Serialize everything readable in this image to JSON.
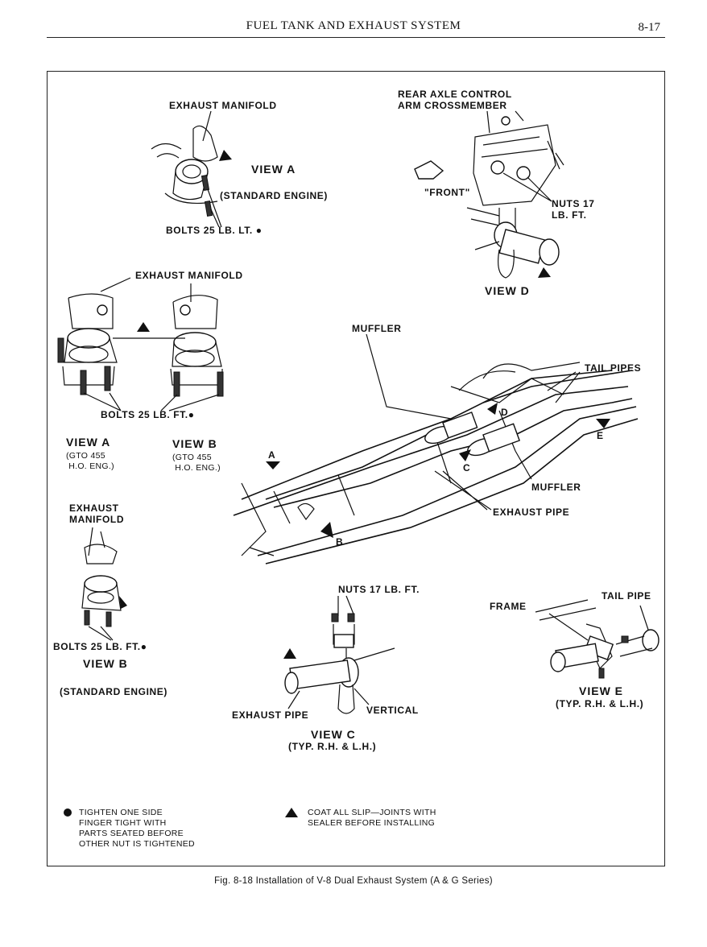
{
  "header": {
    "title": "FUEL TANK AND EXHAUST SYSTEM",
    "page": "8-17"
  },
  "labels": {
    "exhaust_manifold_top": "EXHAUST MANIFOLD",
    "view_a_title": "VIEW A",
    "standard_engine": "(STANDARD ENGINE)",
    "bolts_25_lt": "BOLTS 25 LB. LT. ●",
    "rear_axle": "REAR AXLE CONTROL\nARM CROSSMEMBER",
    "front": "\"FRONT\"",
    "nuts_17_top": "NUTS 17\nLB. FT.",
    "view_d": "VIEW D",
    "exhaust_manifold_mid": "EXHAUST MANIFOLD",
    "bolts_25_ft": "BOLTS 25 LB. FT.●",
    "view_a2": "VIEW A",
    "gto_a": "(GTO 455\n H.O. ENG.)",
    "view_b2": "VIEW B",
    "gto_b": "(GTO 455\n H.O. ENG.)",
    "muffler_top": "MUFFLER",
    "tail_pipes": "TAIL PIPES",
    "muffler_bottom": "MUFFLER",
    "exhaust_pipe_main": "EXHAUST PIPE",
    "exhaust_manifold_lower": "EXHAUST\nMANIFOLD",
    "bolts_25_ft_lower": "BOLTS 25 LB. FT.●",
    "view_b_lower": "VIEW B",
    "standard_engine_lower": "(STANDARD ENGINE)",
    "nuts_17_c": "NUTS 17 LB. FT.",
    "exhaust_pipe_c": "EXHAUST PIPE",
    "vertical": "VERTICAL",
    "view_c": "VIEW C",
    "typ_c": "(TYP. R.H. & L.H.)",
    "frame": "FRAME",
    "tail_pipe": "TAIL PIPE",
    "view_e": "VIEW E",
    "typ_e": "(TYP. R.H. & L.H.)",
    "letter_a": "A",
    "letter_b": "B",
    "letter_c": "C",
    "letter_d": "D",
    "letter_e": "E"
  },
  "legend": {
    "circle_note": "TIGHTEN ONE SIDE\nFINGER TIGHT WITH\nPARTS SEATED BEFORE\nOTHER NUT IS TIGHTENED",
    "triangle_note": "COAT ALL SLIP—JOINTS WITH\nSEALER BEFORE INSTALLING"
  },
  "caption": "Fig. 8-18 Installation of V-8 Dual Exhaust System (A & G Series)"
}
